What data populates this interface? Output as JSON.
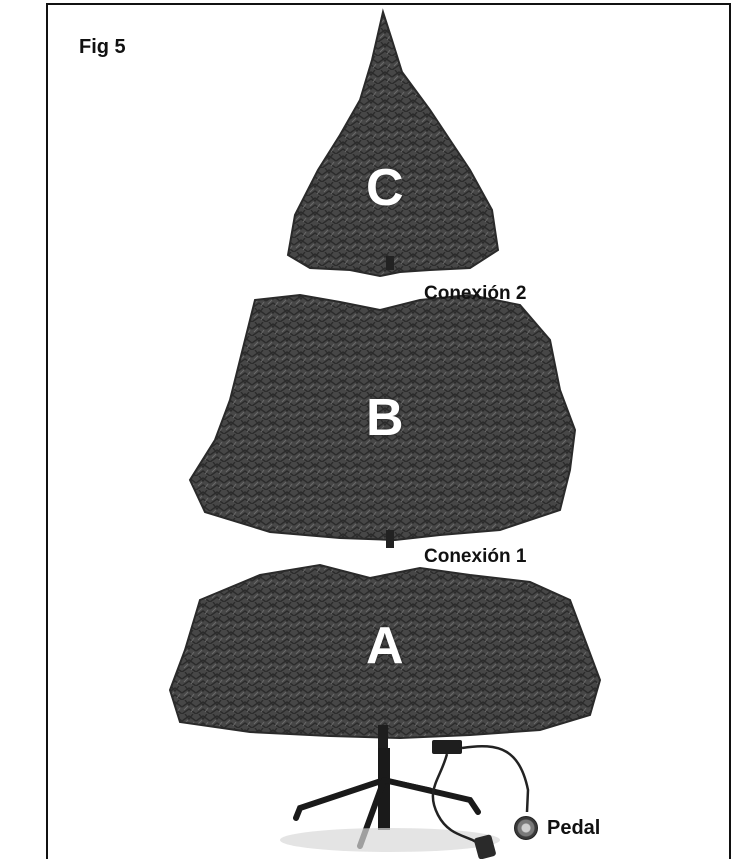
{
  "figure": {
    "title": "Fig 5"
  },
  "sections": {
    "top": "C",
    "middle": "B",
    "bottom": "A"
  },
  "connections": {
    "upper": "Conexión 2",
    "lower": "Conexión 1"
  },
  "pedal": {
    "label": "Pedal"
  },
  "colors": {
    "frame": "#111111",
    "foliage": "#4a4a4a",
    "foliage_dark": "#2e2e2e",
    "letter": "#ffffff"
  }
}
